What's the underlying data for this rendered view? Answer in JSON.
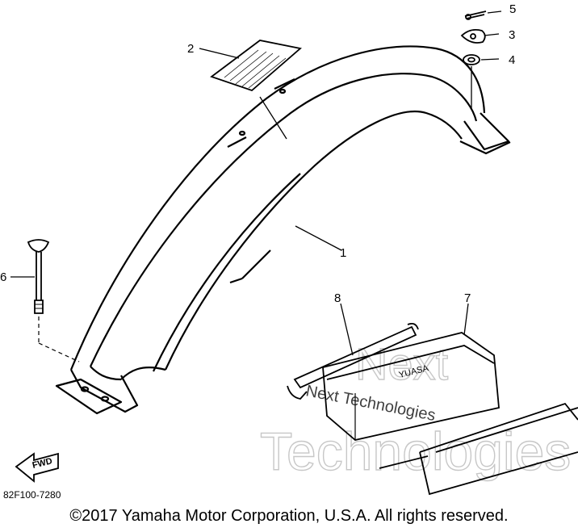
{
  "callouts": [
    "1",
    "2",
    "3",
    "4",
    "5",
    "6",
    "7",
    "8"
  ],
  "part_code": "82F100-7280",
  "fwd_label": "FWD",
  "watermark": {
    "large_line1": "Next",
    "large_line2": "Technologies",
    "small": "Next Technologies"
  },
  "copyright": "©2017 Yamaha Motor Corporation, U.S.A. All rights reserved."
}
